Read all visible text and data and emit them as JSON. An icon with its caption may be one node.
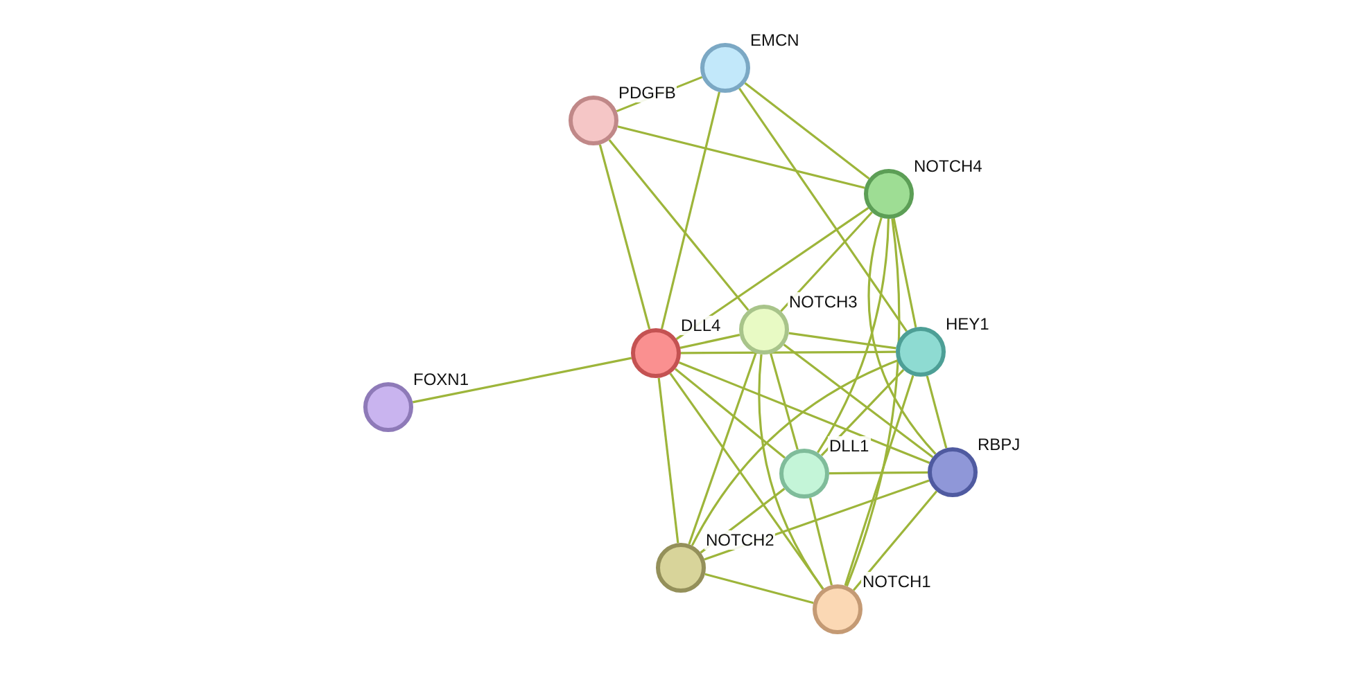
{
  "diagram": {
    "nodes": [
      {
        "text": [
          "EMCN"
        ]
      },
      {
        "text": [
          "PDGFB"
        ]
      },
      {
        "text": [
          "NOTCH4"
        ]
      },
      {
        "text": [
          "NOTCH3"
        ]
      },
      {
        "text": [
          "DLL4"
        ]
      },
      {
        "text": [
          "HEY1"
        ]
      },
      {
        "text": [
          "FOXN1"
        ]
      },
      {
        "text": [
          "RBPJ"
        ]
      },
      {
        "text": [
          "DLL1"
        ]
      },
      {
        "text": [
          "NOTCH2"
        ]
      },
      {
        "text": [
          "NOTCH1"
        ]
      }
    ],
    "edges": [
      {
        "from": 0,
        "to": 1,
        "arrow": "none"
      },
      {
        "from": 0,
        "to": 4,
        "arrow": "none"
      },
      {
        "from": 0,
        "to": 2,
        "arrow": "none"
      },
      {
        "from": 0,
        "to": 5,
        "arrow": "none"
      },
      {
        "from": 1,
        "to": 2,
        "arrow": "none"
      },
      {
        "from": 1,
        "to": 4,
        "arrow": "none"
      },
      {
        "from": 1,
        "to": 3,
        "arrow": "none"
      },
      {
        "from": 2,
        "to": 4,
        "arrow": "none"
      },
      {
        "from": 2,
        "to": 3,
        "arrow": "none"
      },
      {
        "from": 2,
        "to": 5,
        "arrow": "none"
      },
      {
        "from": 2,
        "to": 8,
        "arrow": "none"
      },
      {
        "from": 2,
        "to": 10,
        "arrow": "none"
      },
      {
        "from": 2,
        "to": 7,
        "arrow": "none"
      },
      {
        "from": 4,
        "to": 6,
        "arrow": "none"
      },
      {
        "from": 4,
        "to": 3,
        "arrow": "none"
      },
      {
        "from": 4,
        "to": 5,
        "arrow": "none"
      },
      {
        "from": 4,
        "to": 8,
        "arrow": "none"
      },
      {
        "from": 4,
        "to": 9,
        "arrow": "none"
      },
      {
        "from": 4,
        "to": 10,
        "arrow": "none"
      },
      {
        "from": 4,
        "to": 7,
        "arrow": "none"
      },
      {
        "from": 3,
        "to": 5,
        "arrow": "none"
      },
      {
        "from": 3,
        "to": 8,
        "arrow": "none"
      },
      {
        "from": 3,
        "to": 9,
        "arrow": "none"
      },
      {
        "from": 3,
        "to": 10,
        "arrow": "none"
      },
      {
        "from": 3,
        "to": 7,
        "arrow": "none"
      },
      {
        "from": 5,
        "to": 8,
        "arrow": "none"
      },
      {
        "from": 5,
        "to": 10,
        "arrow": "none"
      },
      {
        "from": 5,
        "to": 7,
        "arrow": "none"
      },
      {
        "from": 5,
        "to": 9,
        "arrow": "none"
      },
      {
        "from": 8,
        "to": 7,
        "arrow": "none"
      },
      {
        "from": 8,
        "to": 9,
        "arrow": "none"
      },
      {
        "from": 8,
        "to": 10,
        "arrow": "none"
      },
      {
        "from": 7,
        "to": 10,
        "arrow": "none"
      },
      {
        "from": 7,
        "to": 9,
        "arrow": "none"
      },
      {
        "from": 9,
        "to": 10,
        "arrow": "none"
      }
    ]
  }
}
